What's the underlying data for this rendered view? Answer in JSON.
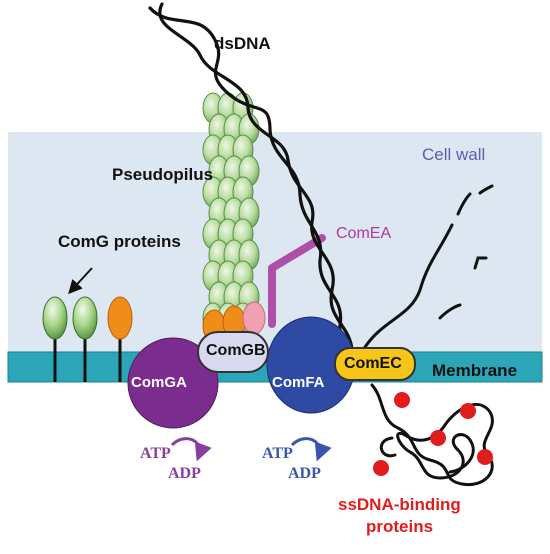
{
  "labels": {
    "dsdna": "dsDNA",
    "cell_wall": "Cell wall",
    "pseudopilus": "Pseudopilus",
    "comg_proteins": "ComG proteins",
    "comea": "ComEA",
    "comga": "ComGA",
    "comgb": "ComGB",
    "comfa": "ComFA",
    "comec": "ComEC",
    "membrane": "Membrane",
    "ssdna_binding": [
      "ssDNA-binding",
      "proteins"
    ],
    "atp_left": "ATP",
    "adp_left": "ADP",
    "atp_right": "ATP",
    "adp_right": "ADP"
  },
  "colors": {
    "cell_wall": "#dde7f1",
    "membrane": "#2aa6b8",
    "comga": "#7a2d8f",
    "comgb": "#d8d8ef",
    "comfa": "#2f4aa3",
    "comec": "#f5c518",
    "comea": "#b04fa8",
    "pilin_green": "#a6d18a",
    "pilin_orange": "#f08c1a",
    "pilin_pink": "#f0a0b0",
    "ssb_red": "#e01c1c",
    "dna": "#111111"
  }
}
